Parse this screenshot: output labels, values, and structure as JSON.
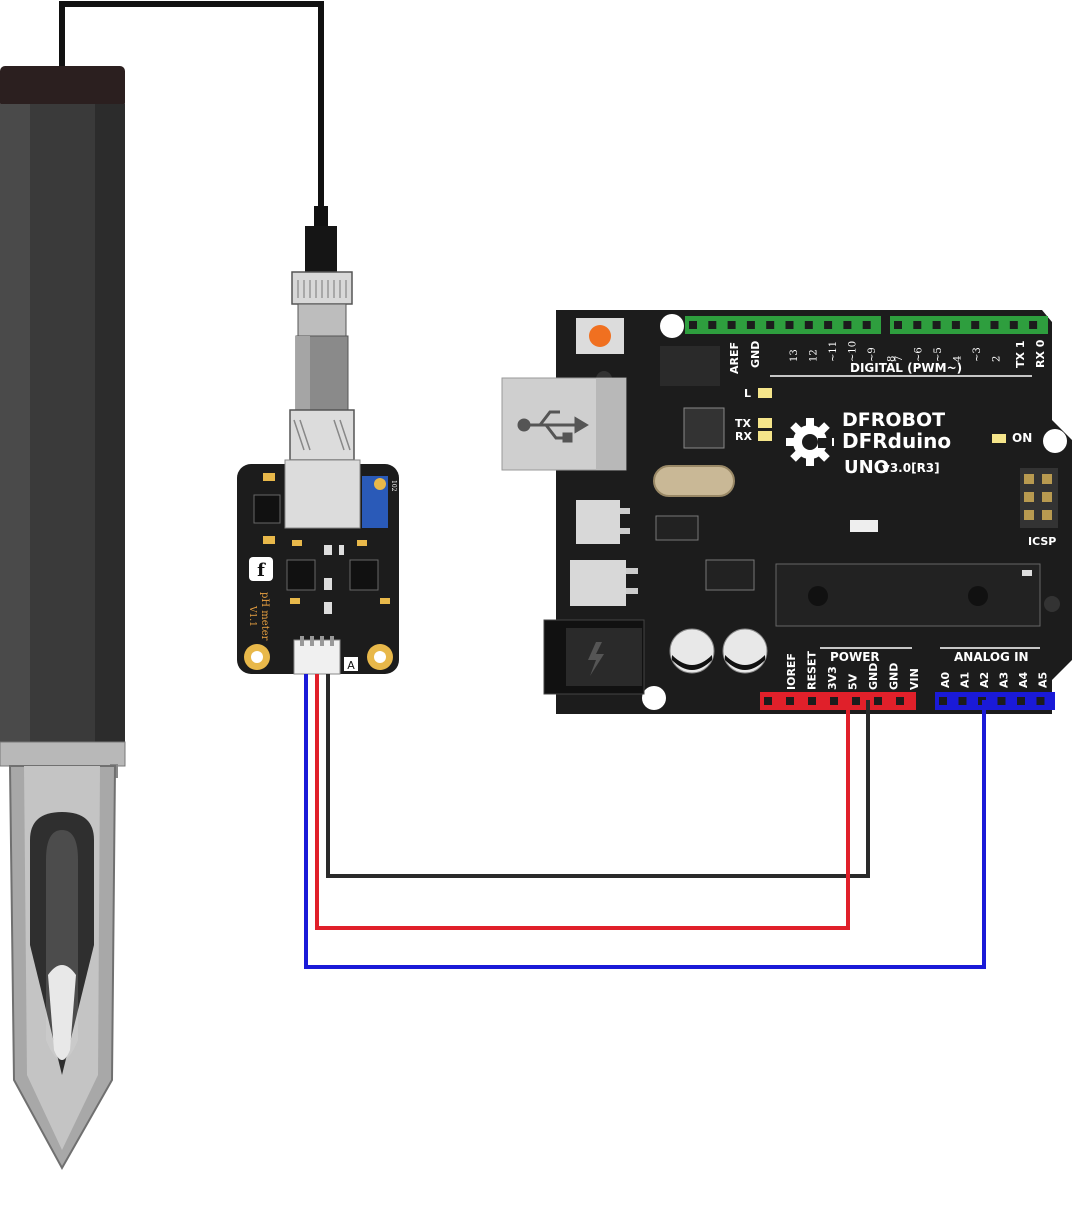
{
  "colors": {
    "wire_black": "#2a2a2a",
    "wire_red": "#e0202a",
    "wire_blue": "#1a1ad8",
    "board": "#1c1c1c",
    "header_green": "#2e9e3e",
    "header_red": "#e0202a",
    "header_blue": "#1a1ad8",
    "gold": "#e8b84a"
  },
  "module": {
    "logo_glyph": "f",
    "title": "pH meter",
    "version": "V1.1",
    "connector_label": "A",
    "pot_label": "102"
  },
  "board": {
    "brand_line1": "DFROBOT",
    "brand_line2": "DFRduino",
    "brand_model": "UNO",
    "brand_version": "v3.0[R3]",
    "on_label": "ON",
    "icsp_label": "ICSP",
    "leds": {
      "l": "L",
      "tx": "TX",
      "rx": "RX"
    },
    "digital_header": {
      "title": "DIGITAL (PWM~)",
      "aref": "AREF",
      "gnd": "GND",
      "pins_high": [
        "13",
        "12",
        "~11",
        "~10",
        "~9",
        "8"
      ],
      "pins_low": [
        "7",
        "~6",
        "~5",
        "4",
        "~3",
        "2"
      ],
      "tx": "TX 1",
      "rx": "RX 0"
    },
    "power_header": {
      "title": "POWER",
      "pins": [
        "IOREF",
        "RESET",
        "3V3",
        "5V",
        "GND",
        "GND",
        "VIN"
      ]
    },
    "analog_header": {
      "title": "ANALOG IN",
      "pins": [
        "A0",
        "A1",
        "A2",
        "A3",
        "A4",
        "A5"
      ]
    }
  },
  "icons": {
    "usb": "usb-icon",
    "power": "lightning-icon",
    "logo": "gear-icon"
  }
}
